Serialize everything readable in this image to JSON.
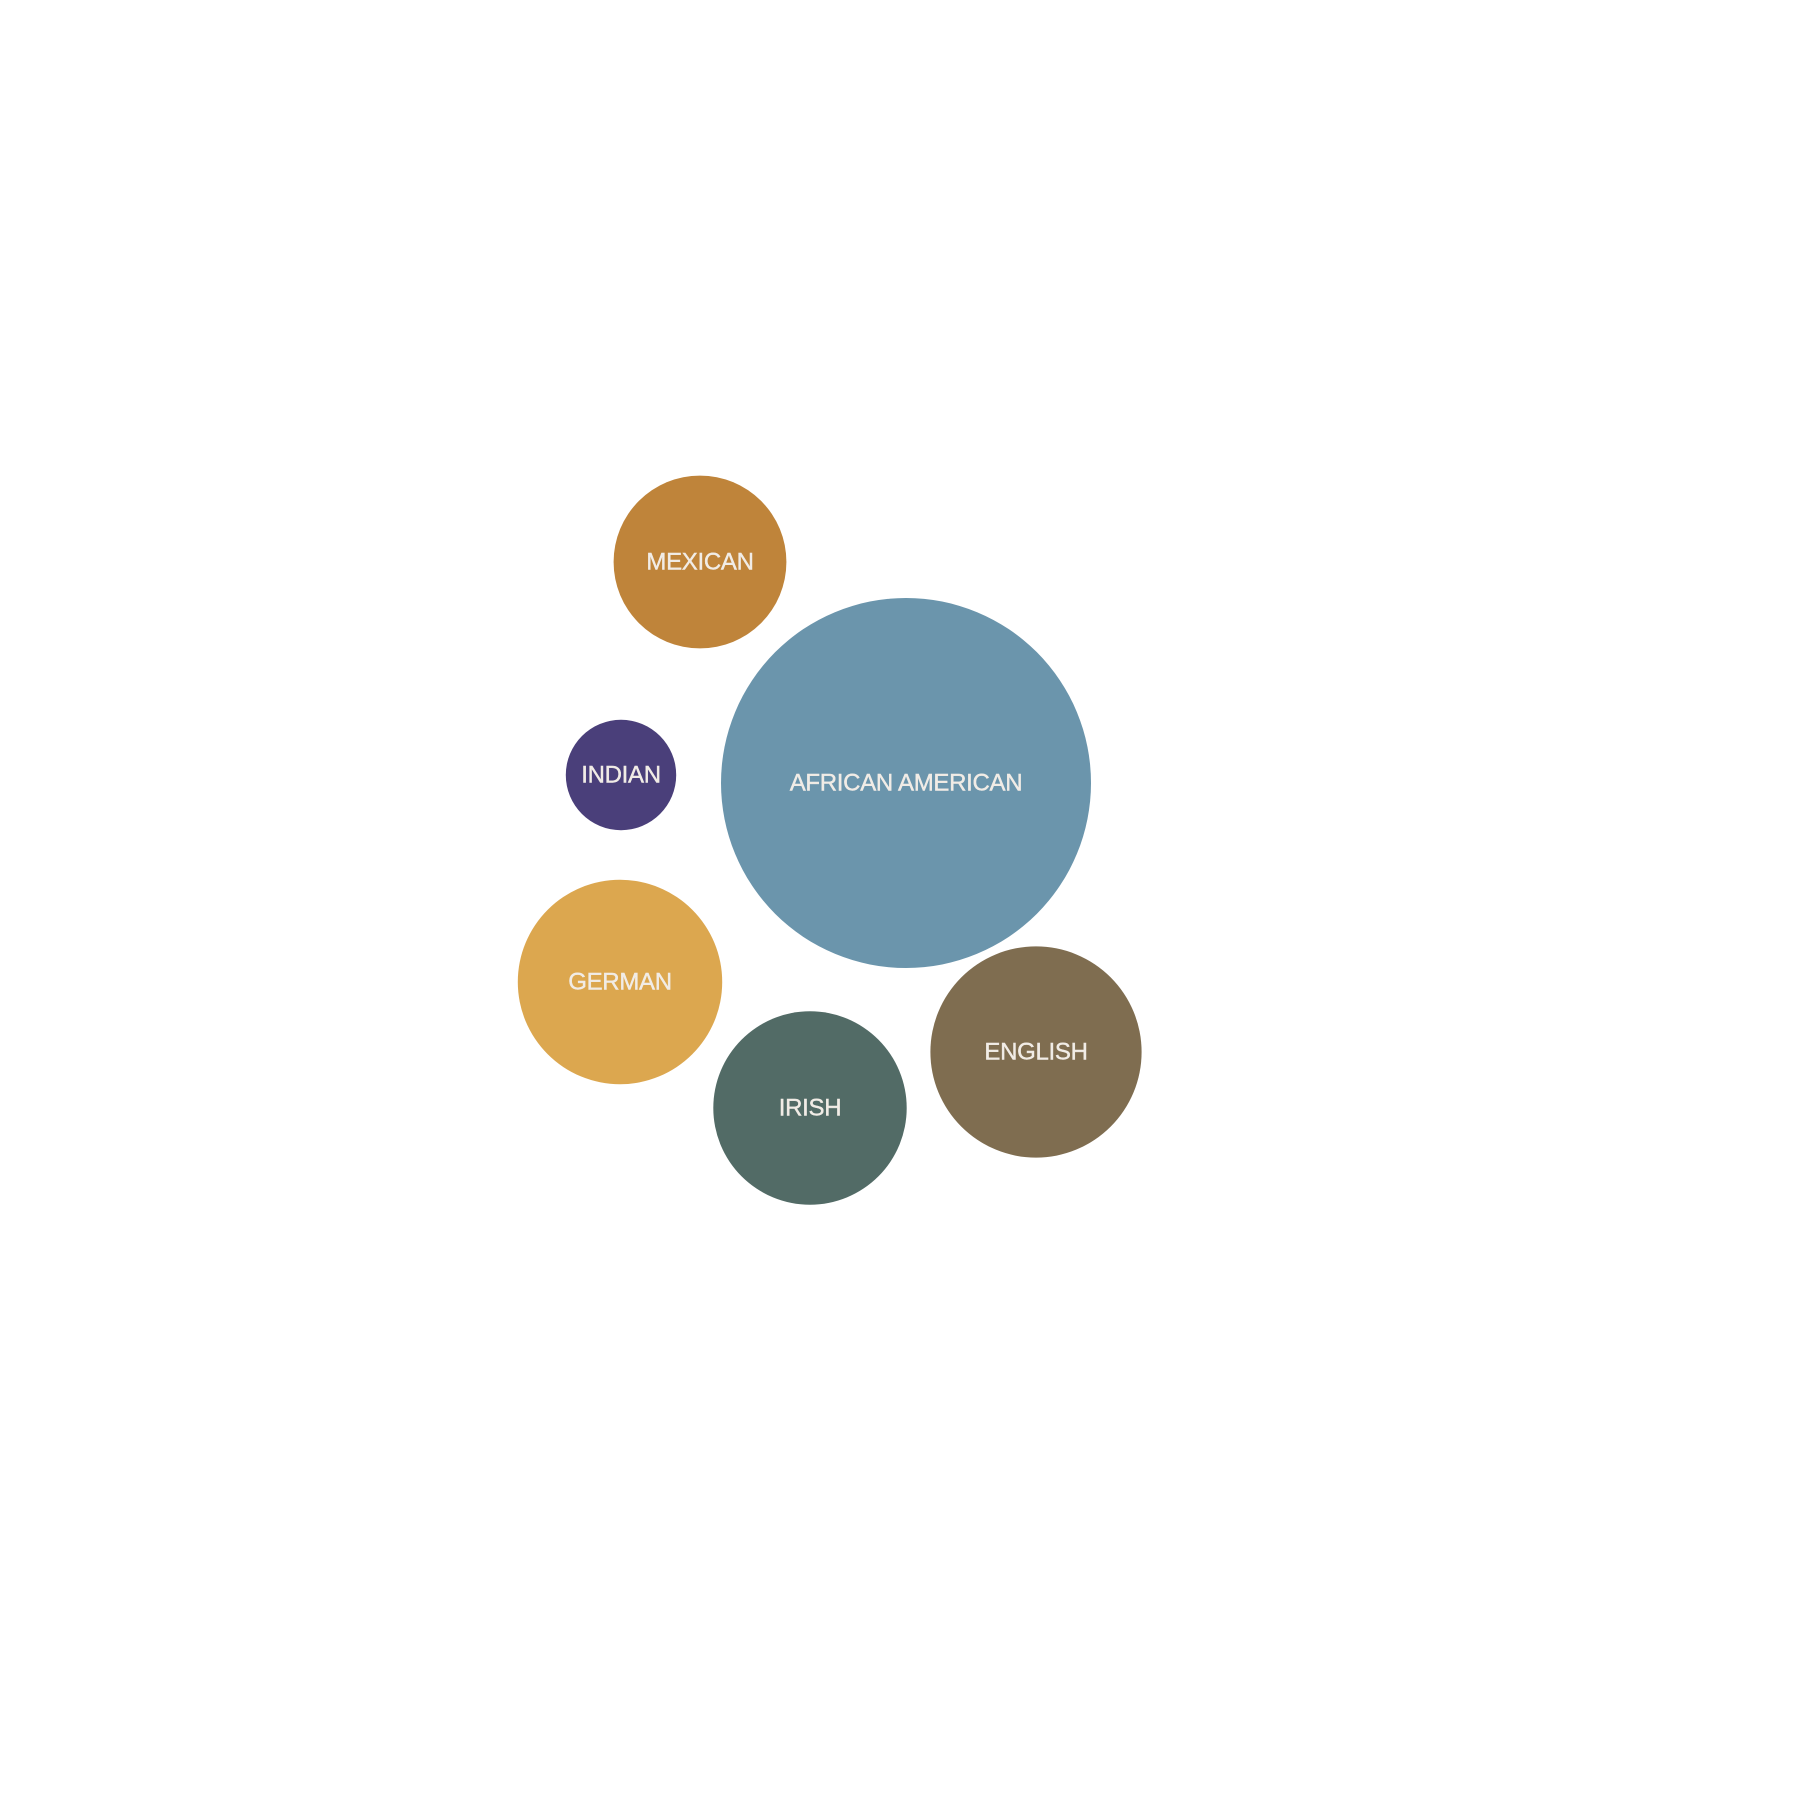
{
  "chart_data": {
    "type": "bubble",
    "title": "",
    "items": [
      {
        "label": "AFRICAN AMERICAN",
        "value": 100,
        "color": "#6b95ac"
      },
      {
        "label": "MEXICAN",
        "value": 21.8,
        "color": "#bf843a"
      },
      {
        "label": "INDIAN",
        "value": 8.9,
        "color": "#4a3f7a"
      },
      {
        "label": "GERMAN",
        "value": 30.5,
        "color": "#dca74f"
      },
      {
        "label": "IRISH",
        "value": 27.3,
        "color": "#526b66"
      },
      {
        "label": "ENGLISH",
        "value": 32.6,
        "color": "#7f6d50"
      }
    ]
  }
}
